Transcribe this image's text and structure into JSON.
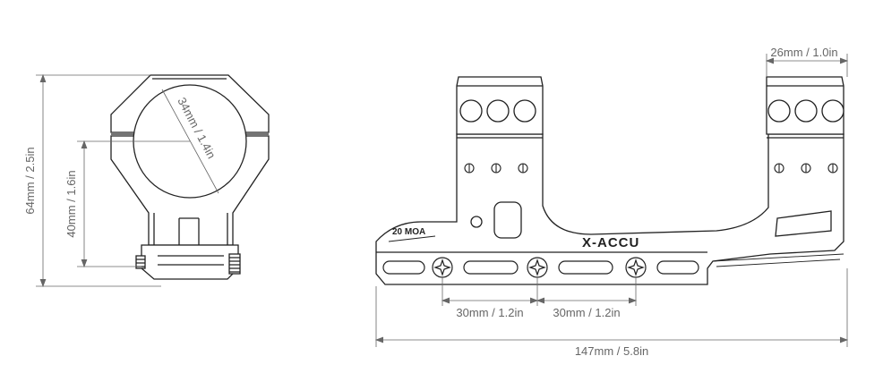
{
  "dimensions": {
    "overall_height": "64mm / 2.5in",
    "center_height": "40mm / 1.6in",
    "ring_diameter": "34mm / 1.4in",
    "ring_width": "26mm / 1.0in",
    "slot_spacing_1": "30mm / 1.2in",
    "slot_spacing_2": "30mm / 1.2in",
    "overall_length": "147mm / 5.8in"
  },
  "markings": {
    "brand": "X-ACCU",
    "cant": "20 MOA"
  },
  "colors": {
    "line": "#222222",
    "dimension": "#666666"
  }
}
